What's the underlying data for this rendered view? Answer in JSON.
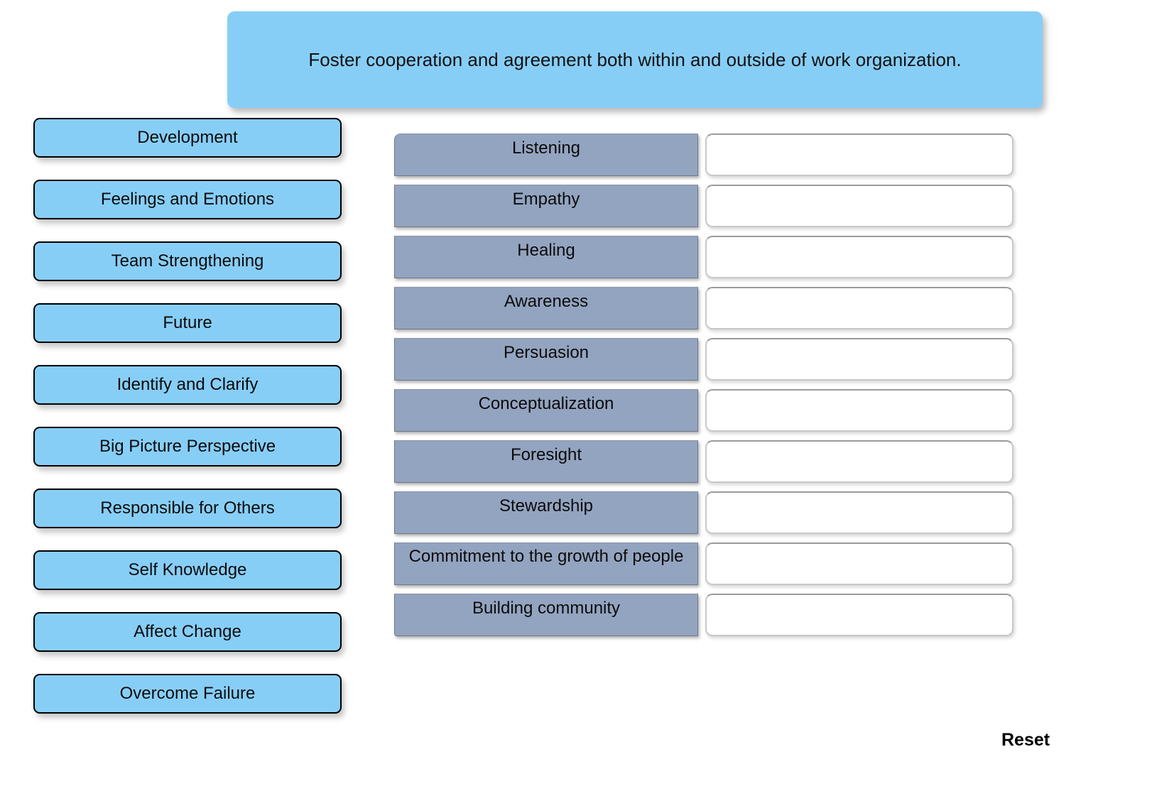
{
  "banner": {
    "text": "Foster cooperation and agreement both within and outside of work organization."
  },
  "colors": {
    "accent_blue": "#87CEF7",
    "category_gray": "#93A4C0",
    "drop_border": "#c8c8c8",
    "text": "#0b0b0b",
    "page_background": "#ffffff"
  },
  "draggables": [
    {
      "label": "Development"
    },
    {
      "label": "Feelings and Emotions"
    },
    {
      "label": "Team Strengthening"
    },
    {
      "label": "Future"
    },
    {
      "label": "Identify and Clarify"
    },
    {
      "label": "Big Picture Perspective"
    },
    {
      "label": "Responsible for Others"
    },
    {
      "label": "Self Knowledge"
    },
    {
      "label": "Affect Change"
    },
    {
      "label": "Overcome Failure"
    }
  ],
  "categories": [
    {
      "label": "Listening",
      "answer": ""
    },
    {
      "label": "Empathy",
      "answer": ""
    },
    {
      "label": "Healing",
      "answer": ""
    },
    {
      "label": "Awareness",
      "answer": ""
    },
    {
      "label": "Persuasion",
      "answer": ""
    },
    {
      "label": "Conceptualization",
      "answer": ""
    },
    {
      "label": "Foresight",
      "answer": ""
    },
    {
      "label": "Stewardship",
      "answer": ""
    },
    {
      "label": "Commitment to the growth of people",
      "answer": ""
    },
    {
      "label": "Building community",
      "answer": ""
    }
  ],
  "controls": {
    "reset_label": "Reset"
  }
}
